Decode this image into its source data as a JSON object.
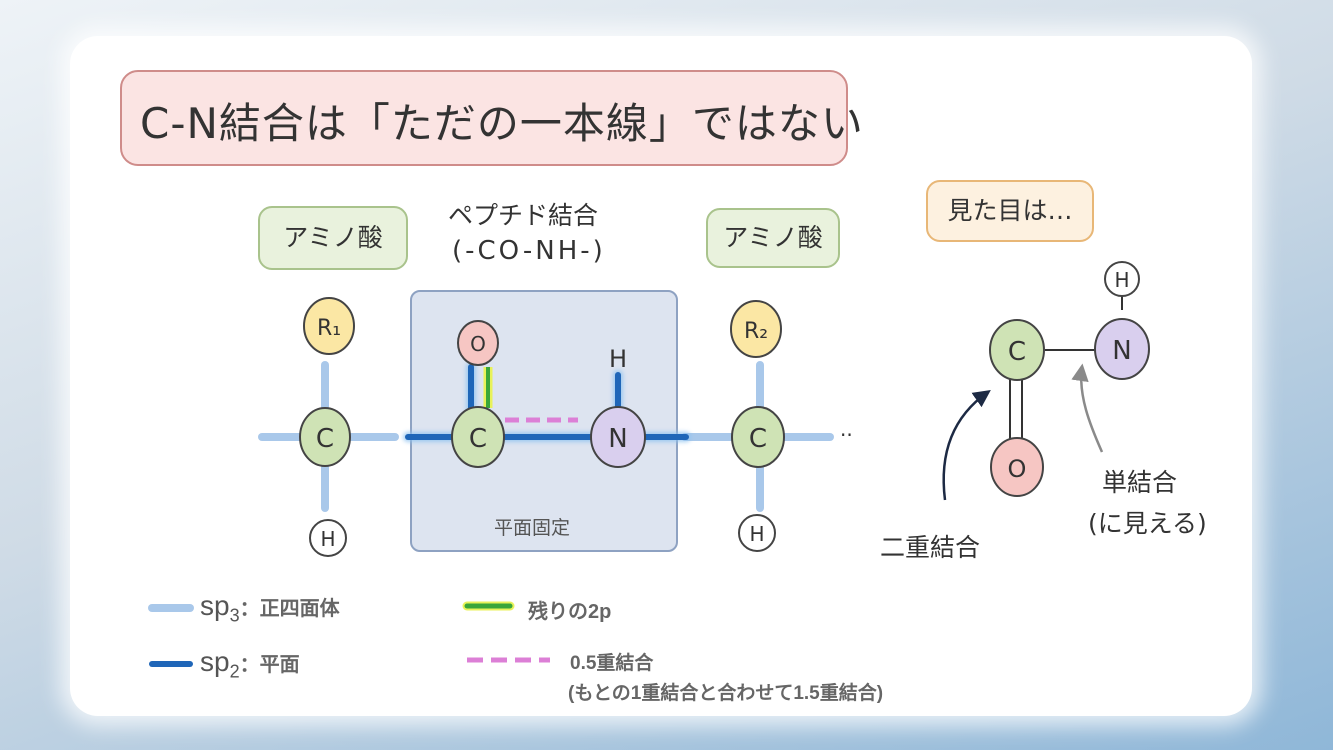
{
  "title": "C-N結合は「ただの一本線」ではない",
  "amino_left": "アミノ酸",
  "amino_right": "アミノ酸",
  "peptide_label_line1": "ペプチド結合",
  "peptide_label_line2": "(-CO-NH-)",
  "fixed_plane_label": "平面固定",
  "appearance_label": "見た目は…",
  "double_bond_label": "二重結合",
  "single_bond_label_line1": "単結合",
  "single_bond_label_line2": "(に見える)",
  "atoms": {
    "r1": "R₁",
    "r2": "R₂",
    "c_alpha1": "C",
    "c_carbonyl": "C",
    "c_alpha2": "C",
    "o": "O",
    "n": "N",
    "h_n": "H",
    "h1": "H",
    "h2": "H",
    "simple_c": "C",
    "simple_n": "N",
    "simple_o": "O",
    "simple_h": "H",
    "dots": "··"
  },
  "legend": {
    "sp3_main": "sp",
    "sp3_sub": "3",
    "sp3_desc": "：正四面体",
    "sp2_main": "sp",
    "sp2_sub": "2",
    "sp2_desc": "：平面",
    "remaining_2p": "残りの2p",
    "half_bond_line1": "0.5重結合",
    "half_bond_line2": "(もとの1重結合と合わせて1.5重結合)"
  },
  "colors": {
    "sp3": "#a9c8ea",
    "sp2": "#1f66b8",
    "remaining_2p": "#3aa63a",
    "half_bond": "#dc7fd6",
    "carbon_fill": "#cfe3b5",
    "nitrogen_fill": "#d9cfee",
    "oxygen_fill": "#f6c6c3",
    "r_fill": "#fbe7a4"
  }
}
